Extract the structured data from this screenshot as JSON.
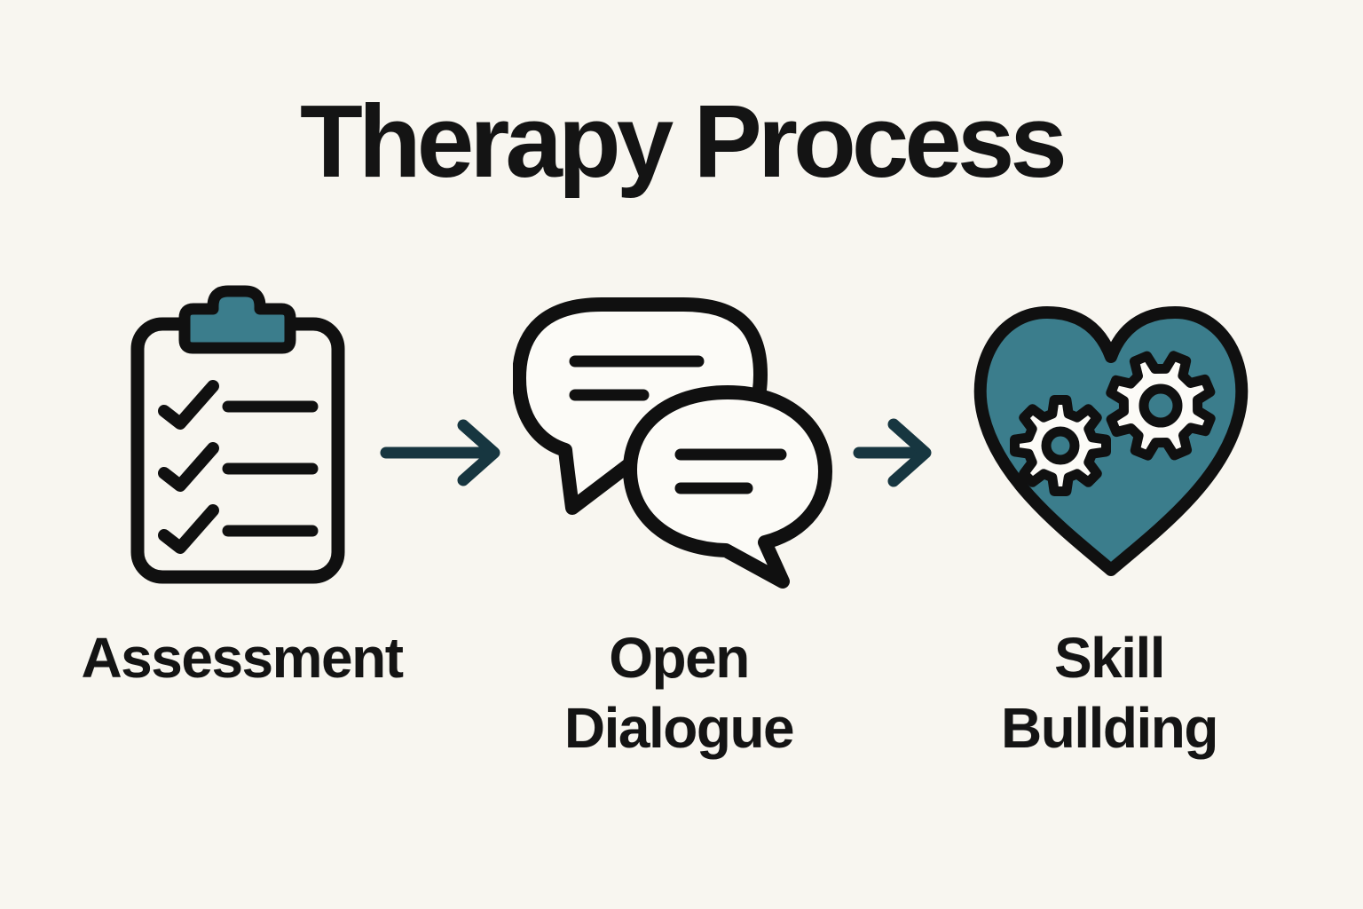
{
  "title": "Therapy Process",
  "colors": {
    "background": "#f8f6f0",
    "ink": "#101010",
    "teal": "#3b7d8c",
    "arrow": "#173640",
    "paper": "#fcfbf7",
    "text": "#141414"
  },
  "steps": [
    {
      "name": "assessment",
      "icon": "clipboard-checklist-icon",
      "label_lines": [
        "Assessment"
      ]
    },
    {
      "name": "open-dialogue",
      "icon": "speech-bubbles-icon",
      "label_lines": [
        "Open",
        "Dialogue"
      ]
    },
    {
      "name": "skill-building",
      "icon": "heart-gears-icon",
      "label_lines": [
        "Skill",
        "Bullding"
      ]
    }
  ],
  "connectors": [
    {
      "icon": "arrow-right-icon"
    },
    {
      "icon": "arrow-right-icon"
    }
  ]
}
